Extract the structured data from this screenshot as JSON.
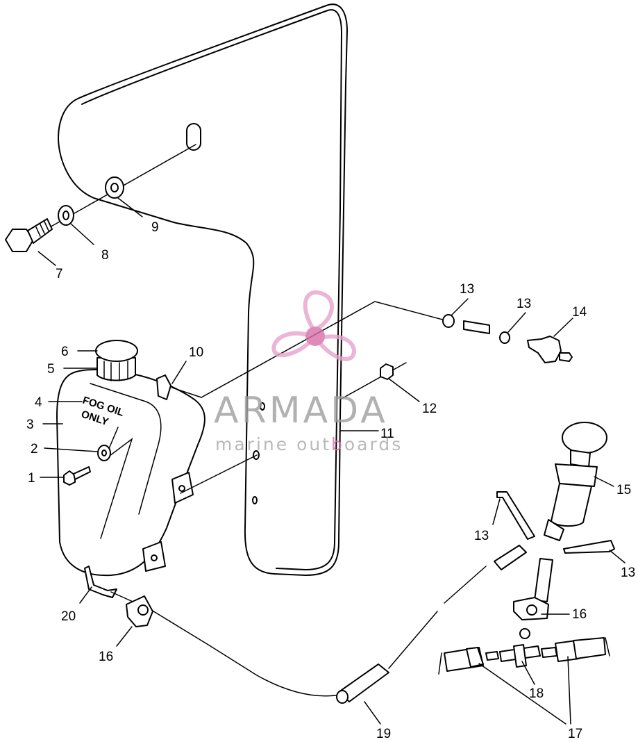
{
  "tank_label": {
    "line1": "FOG OIL",
    "line2": "ONLY"
  },
  "callouts": {
    "c1": "1",
    "c2": "2",
    "c3": "3",
    "c4": "4",
    "c5": "5",
    "c6": "6",
    "c7": "7",
    "c8": "8",
    "c9": "9",
    "c10": "10",
    "c11": "11",
    "c12": "12",
    "c13a": "13",
    "c13b": "13",
    "c13c": "13",
    "c13d": "13",
    "c14": "14",
    "c15": "15",
    "c16a": "16",
    "c16b": "16",
    "c17": "17",
    "c18": "18",
    "c19": "19",
    "c20": "20"
  },
  "watermark": {
    "brand": "ARMADA",
    "tagline_pre": "marine out",
    "tagline_accent": "b",
    "tagline_post": "oards",
    "logo_icon": "propeller-icon",
    "colors": {
      "logo_pink": "#e6a3cd",
      "logo_pink_dark": "#d86fa8",
      "text_gray": "#9e9e9e"
    }
  }
}
